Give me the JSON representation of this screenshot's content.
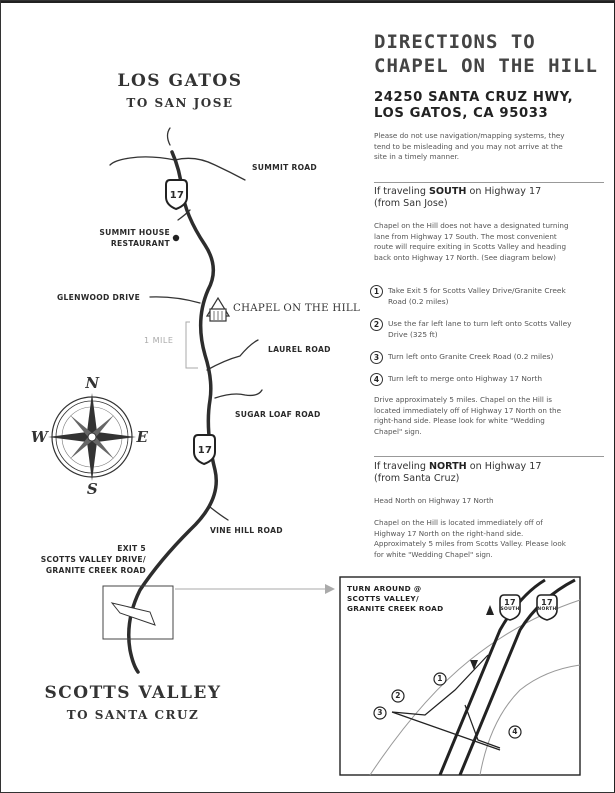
{
  "header": {
    "title_line1": "DIRECTIONS TO",
    "title_line2": "CHAPEL ON THE HILL",
    "address_line1": "24250 SANTA CRUZ HWY,",
    "address_line2": "LOS GATOS, CA 95033",
    "note": "Please do not use navigation/mapping systems, they tend to be misleading and you may not arrive at the site in a timely manner."
  },
  "south": {
    "prefix": "If traveling ",
    "direction": "SOUTH",
    "suffix": " on Highway 17",
    "from": "(from San Jose)",
    "intro": "Chapel on the Hill does not have a designated turning lane from Highway 17 South. The most convenient route will require exiting in Scotts Valley and heading back onto Highway 17 North. (See diagram below)",
    "steps": [
      {
        "num": "1",
        "text": "Take Exit 5 for Scotts Valley Drive/Granite Creek Road (0.2 miles)"
      },
      {
        "num": "2",
        "text": "Use the far left lane to turn left onto Scotts Valley Drive (325 ft)"
      },
      {
        "num": "3",
        "text": "Turn left onto Granite Creek Road (0.2 miles)"
      },
      {
        "num": "4",
        "text": "Turn left to merge onto Highway 17 North"
      }
    ],
    "outro": "Drive approximately 5 miles. Chapel on the Hill is located immediately off of Highway 17 North on the right-hand side. Please look for white \"Wedding Chapel\" sign."
  },
  "north": {
    "prefix": "If traveling ",
    "direction": "NORTH",
    "suffix": " on Highway 17",
    "from": "(from Santa Cruz)",
    "intro": "Head North on Highway 17 North",
    "outro": "Chapel on the Hill is located immediately off of Highway 17 North on the right-hand side. Approximately 5 miles from Scotts Valley. Please look for white \"Wedding Chapel\" sign."
  },
  "map": {
    "top_city": "LOS GATOS",
    "top_sub": "TO SAN JOSE",
    "bottom_city": "SCOTTS VALLEY",
    "bottom_sub": "TO SANTA CRUZ",
    "labels": {
      "summit_road": "SUMMIT ROAD",
      "summit_house_1": "SUMMIT HOUSE",
      "summit_house_2": "RESTAURANT",
      "glenwood": "GLENWOOD DRIVE",
      "chapel": "CHAPEL ON THE HILL",
      "mile": "1 MILE",
      "laurel": "LAUREL ROAD",
      "sugarloaf": "SUGAR LOAF ROAD",
      "vinehill": "VINE HILL ROAD",
      "exit_1": "EXIT 5",
      "exit_2": "SCOTTS VALLEY DRIVE/",
      "exit_3": "GRANITE CREEK ROAD"
    },
    "highway_shield": "17",
    "compass": {
      "n": "N",
      "s": "S",
      "e": "E",
      "w": "W"
    },
    "inset": {
      "title_1": "TURN AROUND @",
      "title_2": "SCOTTS VALLEY/",
      "title_3": "GRANITE CREEK ROAD",
      "shield_south_num": "17",
      "shield_south_dir": "SOUTH",
      "shield_north_num": "17",
      "shield_north_dir": "NORTH",
      "markers": [
        "1",
        "2",
        "3",
        "4"
      ]
    }
  }
}
